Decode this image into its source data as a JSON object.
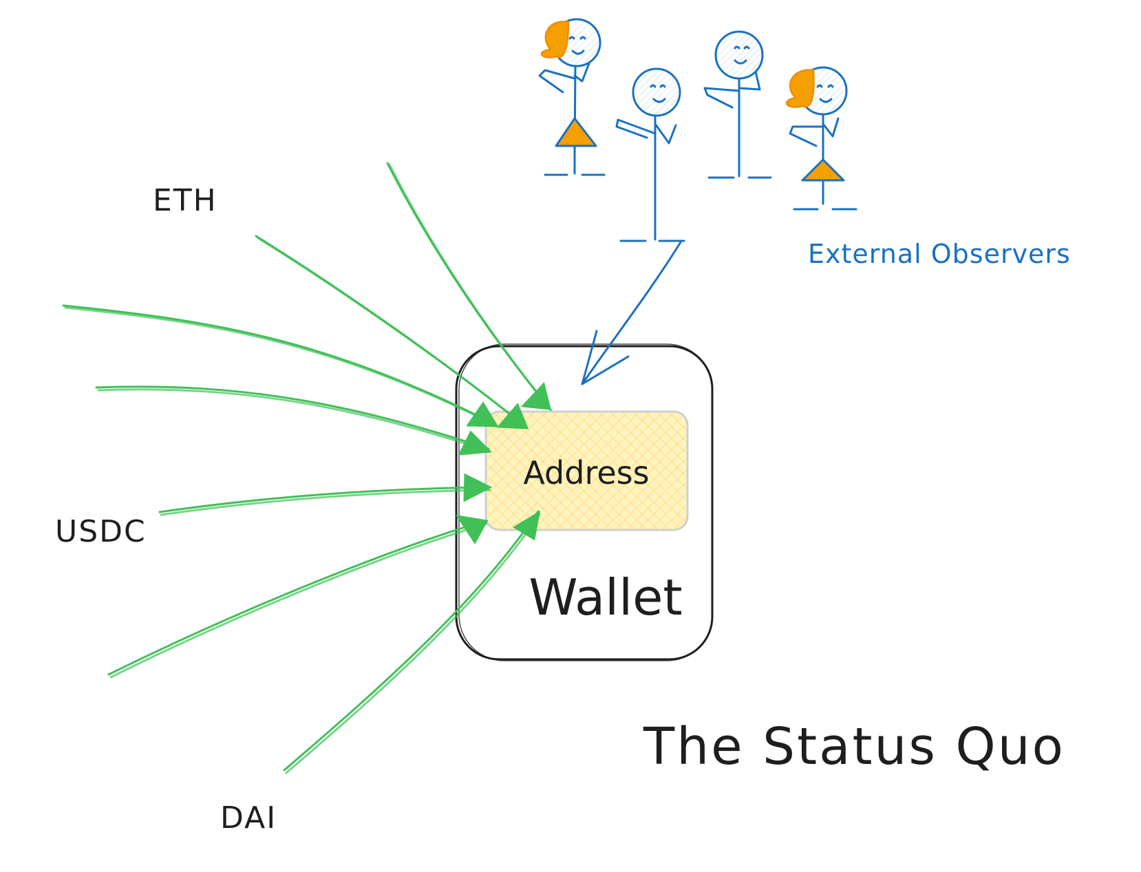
{
  "diagram": {
    "title": "The Status Quo",
    "wallet": {
      "label": "Wallet",
      "address_label": "Address"
    },
    "tokens": [
      {
        "id": "eth",
        "label": "ETH"
      },
      {
        "id": "usdc",
        "label": "USDC"
      },
      {
        "id": "dai",
        "label": "DAI"
      }
    ],
    "observers": {
      "label": "External Observers",
      "count": 4
    },
    "colors": {
      "ink": "#1e1e1e",
      "incoming_arrows": "#40c057",
      "observer": "#1971c2",
      "hair_dress": "#f59f00",
      "address_fill": "#fff3bf"
    }
  }
}
